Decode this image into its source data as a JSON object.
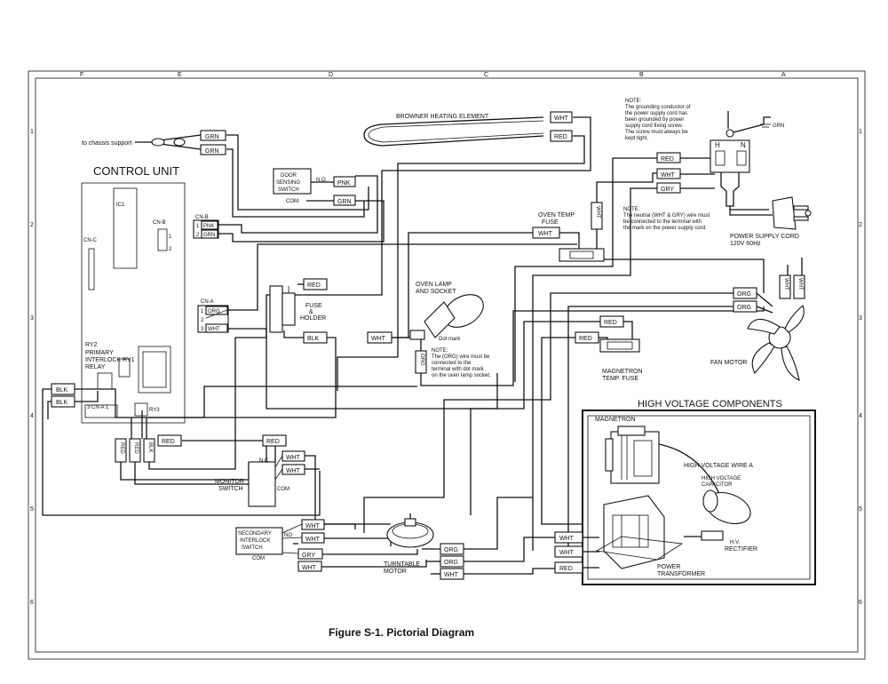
{
  "caption": "Figure S-1. Pictorial Diagram",
  "frame": {
    "col_marks": [
      "F",
      "E",
      "D",
      "C",
      "B",
      "A"
    ],
    "row_marks": [
      "1",
      "2",
      "3",
      "4",
      "5",
      "6"
    ]
  },
  "control_unit": {
    "title": "CONTROL UNIT",
    "ic_label": "IC1",
    "cn_c_label": "CN-C",
    "cn_b_label": "CN-B",
    "cn_b_pins": [
      "1",
      "2"
    ],
    "cn_a_label": "CN-A",
    "cn_a_pins": [
      "1",
      "2",
      "3"
    ],
    "ry2_label": "RY2",
    "relay_label_1": "PRIMARY",
    "relay_label_2": "INTERLOCK RY1",
    "relay_label_3": "RELAY",
    "ry3_label": "RY3",
    "cn_a_bottom": "3 CN-A 1"
  },
  "chassis_support": "to chassis support",
  "browner": {
    "title": "BROWNER HEATING ELEMENT",
    "wire_top": "WHT",
    "wire_bottom": "RED"
  },
  "door_sensing": {
    "line1": "DOOR",
    "line2": "SENSING",
    "line3": "SWITCH",
    "no": "N.O.",
    "com": "COM.",
    "wire_no": "PNK",
    "wire_com": "GRN"
  },
  "cnb_wires": [
    "PNK",
    "GRN"
  ],
  "chassis_wires": [
    "GRN",
    "GRN"
  ],
  "ground_note": {
    "l1": "NOTE:",
    "l2": "The grounding conductor of",
    "l3": "the power supply cord has",
    "l4": "been grounded by power",
    "l5": "supply cord fixing screw.",
    "l6": "The screw must always be",
    "l7": "kept tight."
  },
  "grn_label": "GRN",
  "plug_terminals": {
    "h": "H",
    "n": "N"
  },
  "plug_wires": [
    "RED",
    "WHT",
    "GRY"
  ],
  "neutral_note": {
    "l1": "NOTE:",
    "l2": "The neutral (WHT & GRY) wire must",
    "l3": "be connected to the terminal with",
    "l4": "the mark on the power supply cord."
  },
  "power_cord": {
    "l1": "POWER SUPPLY CORD",
    "l2": "120V 60Hz"
  },
  "oven_temp_fuse": {
    "l1": "OVEN TEMP",
    "l2": "FUSE",
    "wire": "WHT",
    "wire_v": "WHT"
  },
  "fuse_holder": {
    "l1": "FUSE",
    "l2": "&",
    "l3": "HOLDER",
    "wire_top": "RED",
    "wire_bottom": "BLK"
  },
  "cna_wires": [
    "ORG",
    "WHT"
  ],
  "oven_lamp": {
    "l1": "OVEN LAMP",
    "l2": "AND SOCKET",
    "wire": "WHT",
    "dot_mark": "Dot mark",
    "wire_v": "ORG"
  },
  "lamp_note": {
    "l1": "NOTE:",
    "l2": "The (ORG) wire must be",
    "l3": "connected to the",
    "l4": "terminal with dot mark",
    "l5": "on the oven lamp socket."
  },
  "magnetron_fuse": {
    "l1": "MAGNETRON",
    "l2": "TEMP. FUSE",
    "wire_a": "RED",
    "wire_b": "RED"
  },
  "fan_motor": {
    "label": "FAN MOTOR",
    "wires": [
      "ORG",
      "ORG"
    ],
    "wires_v": [
      "WHT",
      "WHT"
    ]
  },
  "hv": {
    "title": "HIGH VOLTAGE COMPONENTS",
    "magnetron": "MAGNETRON",
    "hv_wire": "HIGH VOLTAGE WIRE A",
    "cap_l1": "HIGH VOLTAGE",
    "cap_l2": "CAPACITOR",
    "rect_l1": "H.V.",
    "rect_l2": "RECTIFIER",
    "pt_l1": "POWER",
    "pt_l2": "TRANSFORMER",
    "wires": [
      "WHT",
      "WHT",
      "RED"
    ]
  },
  "relay_wires": [
    "BLK",
    "BLK"
  ],
  "vertical_wires": [
    "RED",
    "RED",
    "BLK"
  ],
  "relay_red": "RED",
  "monitor": {
    "l1": "MONITOR",
    "l2": "SWITCH",
    "nc": "N.C.",
    "com": "COM",
    "wire_top": "RED",
    "wire_a": "WHT",
    "wire_b": "WHT"
  },
  "secondary": {
    "l1": "SECONDARY",
    "l2": "INTERLOCK",
    "l3": "SWITCH",
    "no": "NO",
    "com": "COM",
    "wires": [
      "WHT",
      "WHT",
      "GRY",
      "WHT"
    ]
  },
  "turntable": {
    "l1": "TURNTABLE",
    "l2": "MOTOR",
    "wires": [
      "ORG",
      "ORG",
      "WHT"
    ]
  }
}
